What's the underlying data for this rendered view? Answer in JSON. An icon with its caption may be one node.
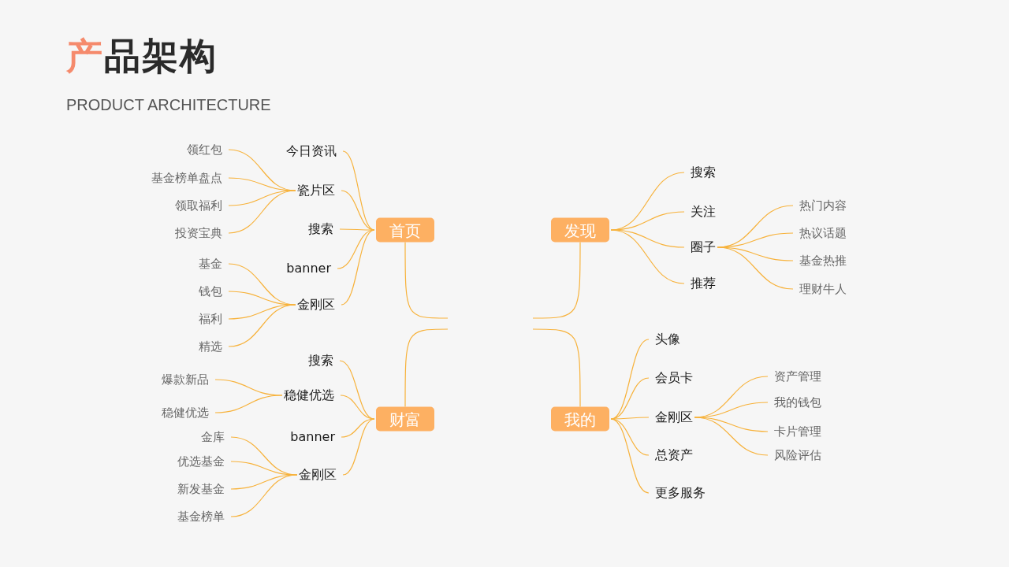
{
  "diagram": {
    "title": "产品架构",
    "nodes": [
      {
        "text": [
          "首页"
        ]
      },
      {
        "text": [
          "今日资讯"
        ]
      },
      {
        "text": [
          "瓷片区"
        ]
      },
      {
        "text": [
          "领红包"
        ]
      },
      {
        "text": [
          "基金榜单盘点"
        ]
      },
      {
        "text": [
          "领取福利"
        ]
      },
      {
        "text": [
          "投资宝典"
        ]
      },
      {
        "text": [
          "搜索"
        ]
      },
      {
        "text": [
          "banner"
        ]
      },
      {
        "text": [
          "金刚区"
        ]
      },
      {
        "text": [
          "基金"
        ]
      },
      {
        "text": [
          "钱包"
        ]
      },
      {
        "text": [
          "福利"
        ]
      },
      {
        "text": [
          "精选"
        ]
      },
      {
        "text": [
          "发现"
        ]
      },
      {
        "text": [
          "搜索"
        ]
      },
      {
        "text": [
          "关注"
        ]
      },
      {
        "text": [
          "圈子"
        ]
      },
      {
        "text": [
          "热门内容"
        ]
      },
      {
        "text": [
          "热议话题"
        ]
      },
      {
        "text": [
          "基金热推"
        ]
      },
      {
        "text": [
          "理财牛人"
        ]
      },
      {
        "text": [
          "推荐"
        ]
      },
      {
        "text": [
          "财富"
        ]
      },
      {
        "text": [
          "搜索"
        ]
      },
      {
        "text": [
          "稳健优选"
        ]
      },
      {
        "text": [
          "爆款新品"
        ]
      },
      {
        "text": [
          "稳健优选"
        ]
      },
      {
        "text": [
          "banner"
        ]
      },
      {
        "text": [
          "金刚区"
        ]
      },
      {
        "text": [
          "金库"
        ]
      },
      {
        "text": [
          "优选基金"
        ]
      },
      {
        "text": [
          "新发基金"
        ]
      },
      {
        "text": [
          "基金榜单"
        ]
      },
      {
        "text": [
          "我的"
        ]
      },
      {
        "text": [
          "头像"
        ]
      },
      {
        "text": [
          "会员卡"
        ]
      },
      {
        "text": [
          "金刚区"
        ]
      },
      {
        "text": [
          "资产管理"
        ]
      },
      {
        "text": [
          "我的钱包"
        ]
      },
      {
        "text": [
          "卡片管理"
        ]
      },
      {
        "text": [
          "风险评估"
        ]
      },
      {
        "text": [
          "总资产"
        ]
      },
      {
        "text": [
          "更多服务"
        ]
      }
    ],
    "edges": [
      {
        "from": null,
        "to": 0,
        "arrow": "none"
      },
      {
        "from": null,
        "to": 14,
        "arrow": "none"
      },
      {
        "from": null,
        "to": 23,
        "arrow": "none"
      },
      {
        "from": null,
        "to": 34,
        "arrow": "none"
      },
      {
        "from": 0,
        "to": 1,
        "arrow": "none"
      },
      {
        "from": 0,
        "to": 2,
        "arrow": "none"
      },
      {
        "from": 0,
        "to": 7,
        "arrow": "none"
      },
      {
        "from": 0,
        "to": 8,
        "arrow": "none"
      },
      {
        "from": 0,
        "to": 9,
        "arrow": "none"
      },
      {
        "from": 2,
        "to": 3,
        "arrow": "none"
      },
      {
        "from": 2,
        "to": 4,
        "arrow": "none"
      },
      {
        "from": 2,
        "to": 5,
        "arrow": "none"
      },
      {
        "from": 2,
        "to": 6,
        "arrow": "none"
      },
      {
        "from": 9,
        "to": 10,
        "arrow": "none"
      },
      {
        "from": 9,
        "to": 11,
        "arrow": "none"
      },
      {
        "from": 9,
        "to": 12,
        "arrow": "none"
      },
      {
        "from": 9,
        "to": 13,
        "arrow": "none"
      },
      {
        "from": 14,
        "to": 15,
        "arrow": "none"
      },
      {
        "from": 14,
        "to": 16,
        "arrow": "none"
      },
      {
        "from": 14,
        "to": 17,
        "arrow": "none"
      },
      {
        "from": 14,
        "to": 22,
        "arrow": "none"
      },
      {
        "from": 17,
        "to": 18,
        "arrow": "none"
      },
      {
        "from": 17,
        "to": 19,
        "arrow": "none"
      },
      {
        "from": 17,
        "to": 20,
        "arrow": "none"
      },
      {
        "from": 17,
        "to": 21,
        "arrow": "none"
      },
      {
        "from": 23,
        "to": 24,
        "arrow": "none"
      },
      {
        "from": 23,
        "to": 25,
        "arrow": "none"
      },
      {
        "from": 23,
        "to": 28,
        "arrow": "none"
      },
      {
        "from": 23,
        "to": 29,
        "arrow": "none"
      },
      {
        "from": 25,
        "to": 26,
        "arrow": "none"
      },
      {
        "from": 25,
        "to": 27,
        "arrow": "none"
      },
      {
        "from": 29,
        "to": 30,
        "arrow": "none"
      },
      {
        "from": 29,
        "to": 31,
        "arrow": "none"
      },
      {
        "from": 29,
        "to": 32,
        "arrow": "none"
      },
      {
        "from": 29,
        "to": 33,
        "arrow": "none"
      },
      {
        "from": 34,
        "to": 35,
        "arrow": "none"
      },
      {
        "from": 34,
        "to": 36,
        "arrow": "none"
      },
      {
        "from": 34,
        "to": 37,
        "arrow": "none"
      },
      {
        "from": 34,
        "to": 42,
        "arrow": "none"
      },
      {
        "from": 34,
        "to": 43,
        "arrow": "none"
      },
      {
        "from": 37,
        "to": 38,
        "arrow": "none"
      },
      {
        "from": 37,
        "to": 39,
        "arrow": "none"
      },
      {
        "from": 37,
        "to": 40,
        "arrow": "none"
      },
      {
        "from": 37,
        "to": 41,
        "arrow": "none"
      }
    ],
    "labels": [
      "PRODUCT ARCHITECTURE"
    ]
  }
}
